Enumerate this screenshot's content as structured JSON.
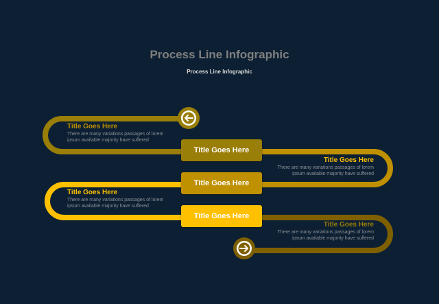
{
  "title": "Process Line Infographic",
  "subtitle": "Process Line Infographic",
  "colors": {
    "background": "#0d2033",
    "olive": "#997e08",
    "gold": "#bf9000",
    "amber": "#ffc000",
    "dark_olive": "#7f6000"
  },
  "center_boxes": [
    {
      "label": "Title Goes Here"
    },
    {
      "label": "Title Goes Here"
    },
    {
      "label": "Title Goes Here"
    }
  ],
  "steps": [
    {
      "title": "Title Goes Here",
      "text": "There are many variations passages of lorem ipsum available  majority have suffered"
    },
    {
      "title": "Title Goes Here",
      "text": "There are many variations passages of lorem ipsum available  majority have suffered"
    },
    {
      "title": "Title Goes Here",
      "text": "There are many variations passages of lorem ipsum available  majority have suffered"
    },
    {
      "title": "Title Goes Here",
      "text": "There are many variations passages of lorem ipsum available  majority have suffered"
    }
  ],
  "icons": {
    "start": "arrow-left-icon",
    "end": "arrow-right-icon"
  }
}
